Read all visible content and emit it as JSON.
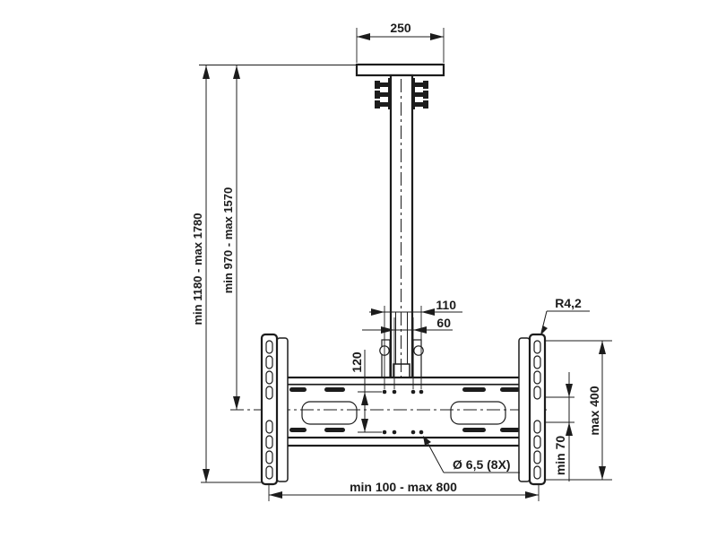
{
  "drawing": {
    "kind": "technical dimension drawing of a TV ceiling mount",
    "background_color": "#ffffff",
    "line_color": "#1c1c1c",
    "dims": {
      "plate_width": "250",
      "overall_height": "min 1180 - max 1780",
      "pole_height": "min 970 - max 1570",
      "hole_span_outer": "110",
      "hole_span_inner": "60",
      "hole_row_spacing": "120",
      "corner_radius": "R4,2",
      "bracket_height_max": "max 400",
      "bracket_spacing_min": "min 70",
      "width_range": "min 100 - max 800",
      "hole_callout": "Ø 6,5 (8X)"
    }
  }
}
